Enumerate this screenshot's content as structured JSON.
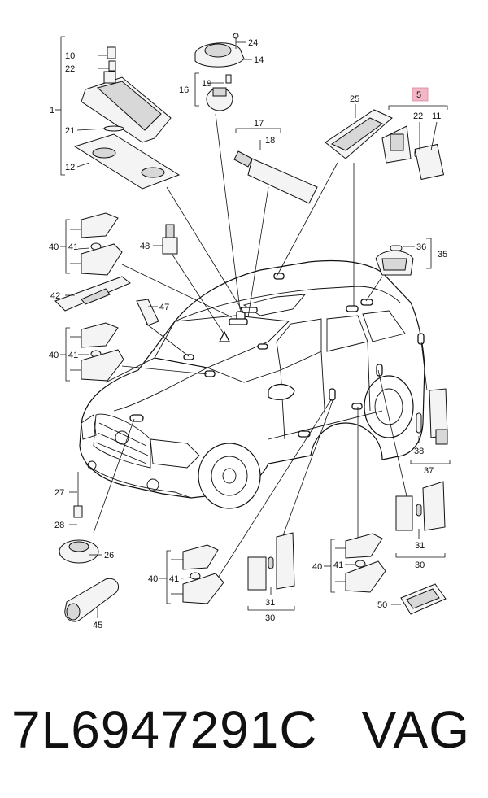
{
  "callouts": {
    "c1": "1",
    "c5": "5",
    "c10": "10",
    "c11": "11",
    "c12": "12",
    "c14": "14",
    "c16": "16",
    "c17": "17",
    "c18": "18",
    "c19": "19",
    "c21": "21",
    "c22a": "22",
    "c22b": "22",
    "c24": "24",
    "c25": "25",
    "c26": "26",
    "c27": "27",
    "c28": "28",
    "c30a": "30",
    "c30b": "30",
    "c31a": "31",
    "c31b": "31",
    "c35": "35",
    "c36": "36",
    "c37": "37",
    "c38": "38",
    "c40a": "40",
    "c41a": "41",
    "c40b": "40",
    "c41b": "41",
    "c40c": "40",
    "c41c": "41",
    "c40d": "40",
    "c41d": "41",
    "c42": "42",
    "c45": "45",
    "c47": "47",
    "c48": "48",
    "c50": "50"
  },
  "highlight_color": "#f2b6c4",
  "footer": {
    "part_number": "7L6947291C",
    "brand": "VAG"
  }
}
